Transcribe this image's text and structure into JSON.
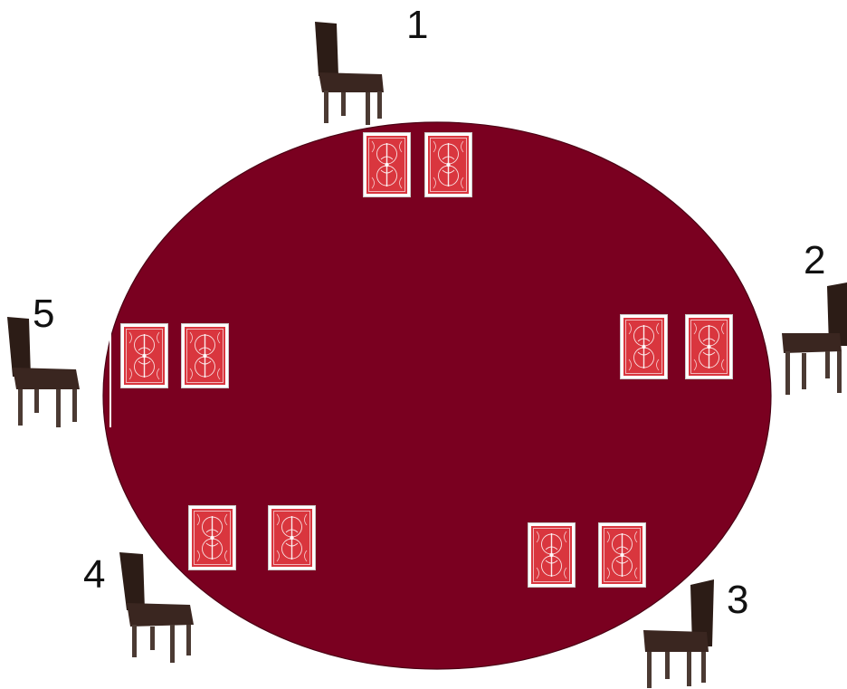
{
  "colors": {
    "felt": "#7a0020",
    "felt_edge": "#4a0014",
    "card_red": "#d9363e",
    "chair_seat": "#2c1c16",
    "chair_leg": "#4b3a33"
  },
  "seats": [
    {
      "label": "1",
      "cards": 2
    },
    {
      "label": "2",
      "cards": 2
    },
    {
      "label": "3",
      "cards": 2
    },
    {
      "label": "4",
      "cards": 2
    },
    {
      "label": "5",
      "cards": 2
    }
  ],
  "icons": {
    "chair": "chair-icon",
    "card_back": "card-back-icon"
  }
}
